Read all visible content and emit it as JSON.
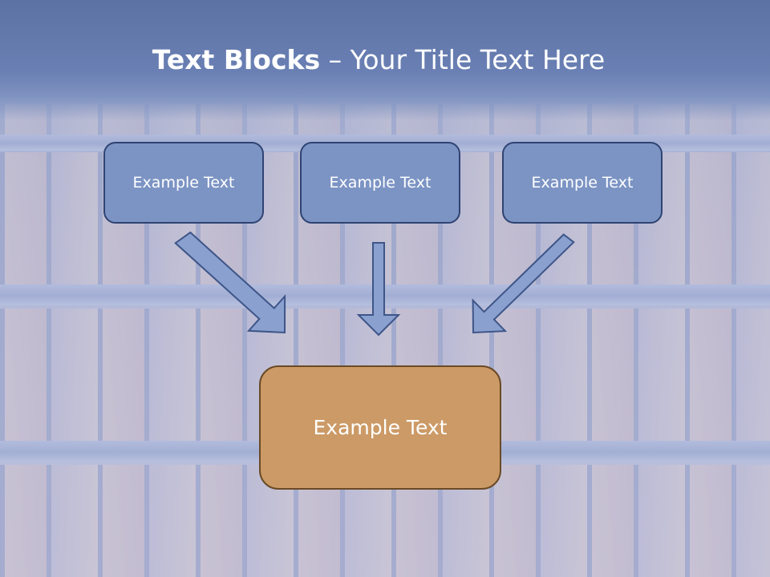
{
  "slide": {
    "title_bold": "Text Blocks",
    "title_rest": " – Your Title Text Here"
  },
  "blocks": [
    {
      "label": "Example Text"
    },
    {
      "label": "Example Text"
    },
    {
      "label": "Example Text"
    }
  ],
  "target": {
    "label": "Example Text"
  },
  "colors": {
    "title_band": "#6a80b4",
    "block_fill": "#7c94c4",
    "block_border": "#2f4372",
    "target_fill": "#cc9a66",
    "target_border": "#6a4a26",
    "arrow_fill": "#8aa0cf",
    "arrow_stroke": "#3e5588"
  },
  "icons": [
    "arrow-down-right-icon",
    "arrow-down-icon",
    "arrow-down-left-icon"
  ]
}
